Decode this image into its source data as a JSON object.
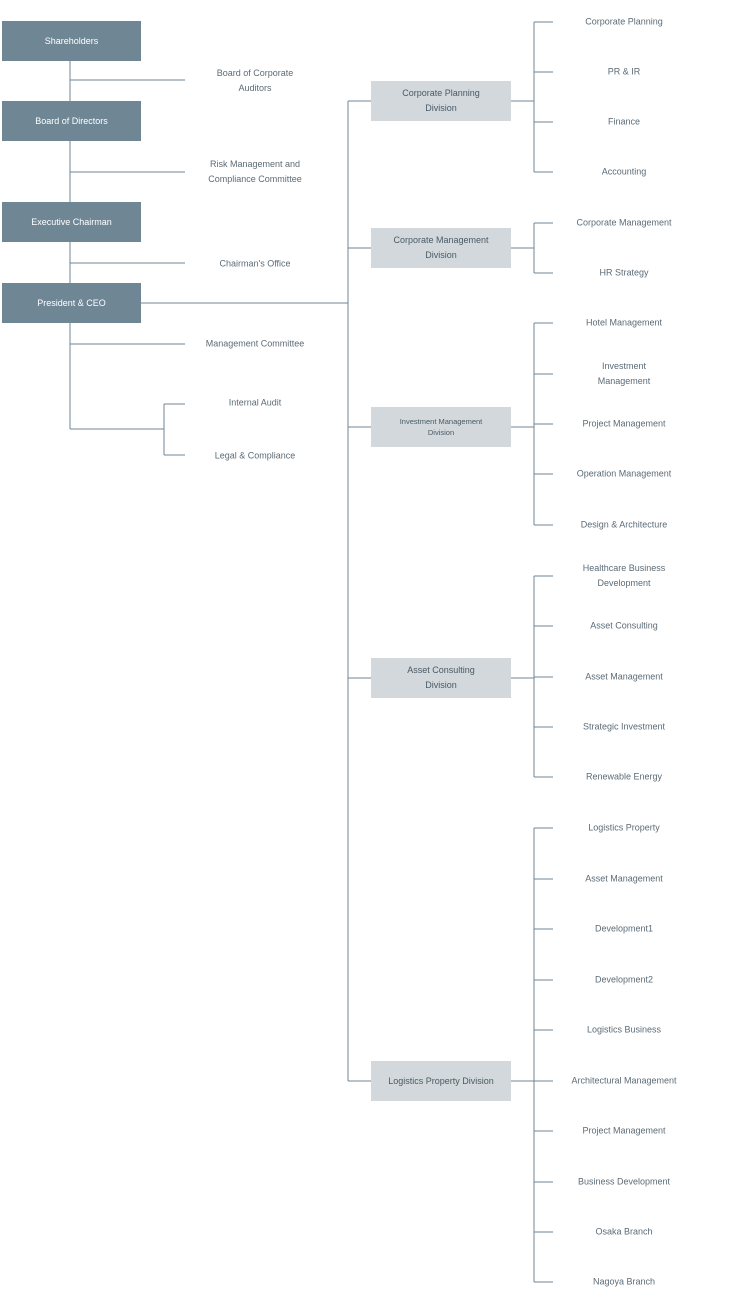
{
  "executive": {
    "shareholders": "Shareholders",
    "board_of_directors": "Board of Directors",
    "executive_chairman": "Executive Chairman",
    "president_ceo": "President & CEO"
  },
  "bodies": {
    "board_of_auditors": [
      "Board of Corporate",
      "Auditors"
    ],
    "risk_committee": [
      "Risk Management and",
      "Compliance Committee"
    ],
    "chairmans_office": "Chairman's Office",
    "management_committee": "Management Committee",
    "internal_audit": "Internal Audit",
    "legal_compliance": "Legal & Compliance"
  },
  "divisions": [
    {
      "name": [
        "Corporate Planning",
        "Division"
      ],
      "departments": [
        [
          "Corporate Planning"
        ],
        [
          "PR & IR"
        ],
        [
          "Finance"
        ],
        [
          "Accounting"
        ]
      ]
    },
    {
      "name": [
        "Corporate Management",
        "Division"
      ],
      "departments": [
        [
          "Corporate Management"
        ],
        [
          "HR Strategy"
        ]
      ]
    },
    {
      "name": [
        "Investment Management",
        "Division"
      ],
      "departments": [
        [
          "Hotel Management"
        ],
        [
          "Investment",
          "Management"
        ],
        [
          "Project Management"
        ],
        [
          "Operation Management"
        ],
        [
          "Design & Architecture"
        ]
      ]
    },
    {
      "name": [
        "Asset Consulting",
        "Division"
      ],
      "departments": [
        [
          "Healthcare Business",
          "Development"
        ],
        [
          "Asset Consulting"
        ],
        [
          "Asset Management"
        ],
        [
          "Strategic Investment"
        ],
        [
          "Renewable Energy"
        ]
      ]
    },
    {
      "name": [
        "Logistics Property Division"
      ],
      "departments": [
        [
          "Logistics Property"
        ],
        [
          "Asset Management"
        ],
        [
          "Development1"
        ],
        [
          "Development2"
        ],
        [
          "Logistics Business"
        ],
        [
          "Architectural Management"
        ],
        [
          "Project Management"
        ],
        [
          "Business Development"
        ],
        [
          "Osaka Branch"
        ],
        [
          "Nagoya Branch"
        ]
      ]
    }
  ],
  "colors": {
    "executive_box": "#6f8695",
    "division_box": "#d2d8db",
    "connector": "#6f8695",
    "label_text": "#5c6b76"
  }
}
